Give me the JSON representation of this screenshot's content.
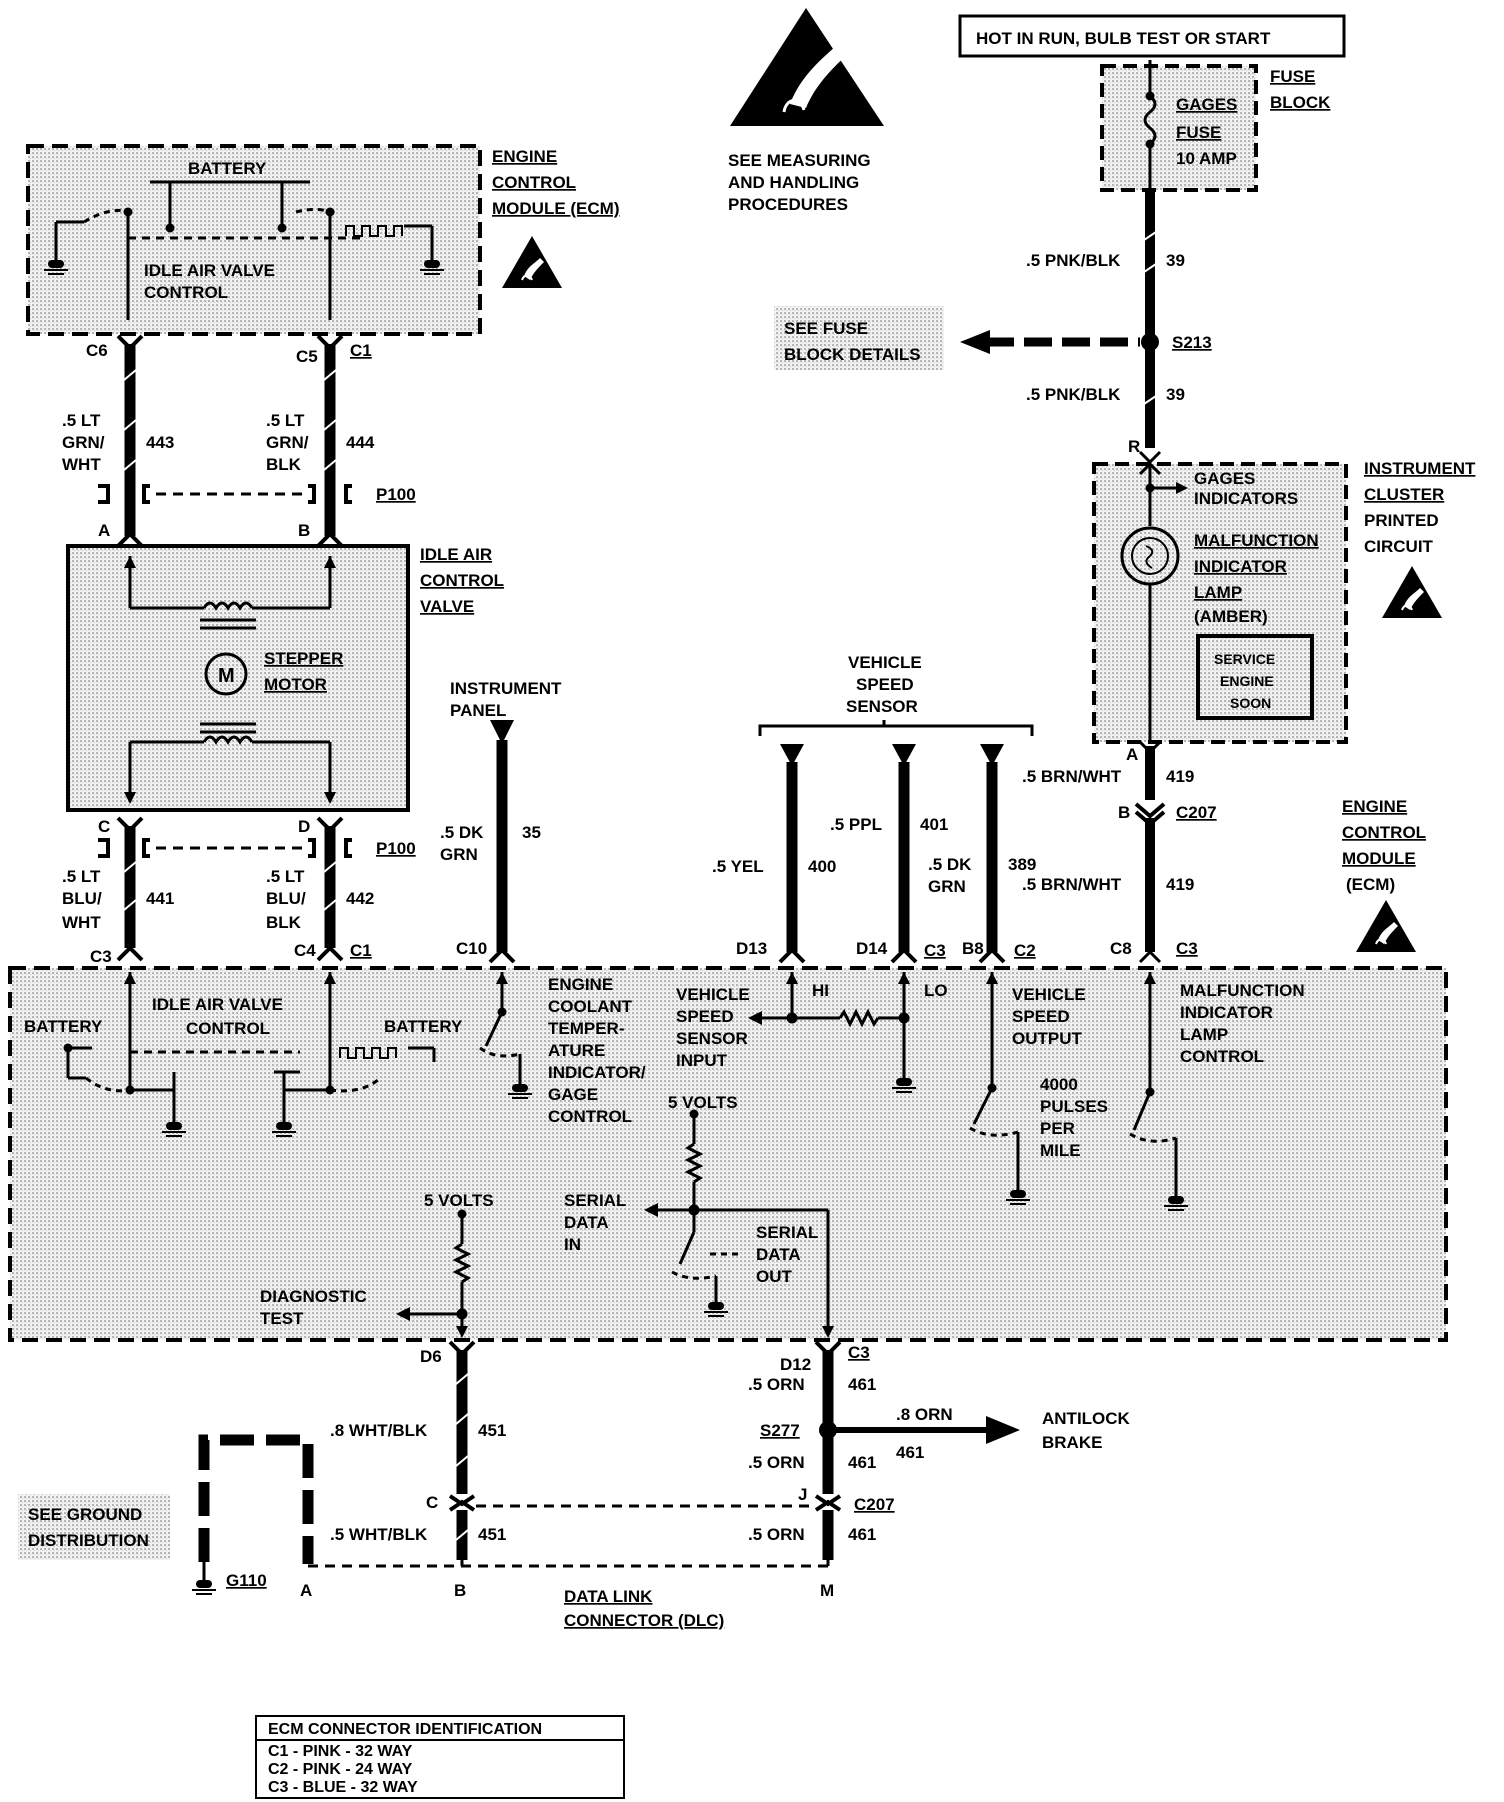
{
  "labels": {
    "hot_in_run": "HOT IN RUN, BULB TEST OR START",
    "fuse_block_1": "FUSE",
    "fuse_block_2": "BLOCK",
    "gages_fuse_1": "GAGES",
    "gages_fuse_2": "FUSE",
    "gages_fuse_3": "10 AMP",
    "see_measuring_1": "SEE MEASURING",
    "see_measuring_2": "AND HANDLING",
    "see_measuring_3": "PROCEDURES",
    "ecm_top_1": "ENGINE",
    "ecm_top_2": "CONTROL",
    "ecm_top_3": "MODULE (ECM)",
    "battery": "BATTERY",
    "iac_control_1": "IDLE AIR VALVE",
    "iac_control_2": "CONTROL",
    "see_fuse_block_1": "SEE FUSE",
    "see_fuse_block_2": "BLOCK DETAILS",
    "s213": "S213",
    "wire_pnk_blk": ".5 PNK/BLK",
    "circuit_39": "39",
    "pin_c6": "C6",
    "pin_c5": "C5",
    "pin_c1": "C1",
    "wire_lt_grn": ".5 LT",
    "wire_grn_wht": "GRN/",
    "wire_wht": "WHT",
    "wire_grn_blk": "GRN/",
    "wire_blk": "BLK",
    "circuit_443": "443",
    "circuit_444": "444",
    "p100": "P100",
    "pin_a": "A",
    "pin_b": "B",
    "pin_c": "C",
    "pin_d": "D",
    "pin_r": "R",
    "iac_valve_1": "IDLE AIR",
    "iac_valve_2": "CONTROL",
    "iac_valve_3": "VALVE",
    "stepper_1": "STEPPER",
    "stepper_2": "MOTOR",
    "motor_m": "M",
    "instrument_panel_1": "INSTRUMENT",
    "instrument_panel_2": "PANEL",
    "wire_dk_grn_1": ".5 DK",
    "wire_dk_grn_2": "GRN",
    "circuit_35": "35",
    "vss_1": "VEHICLE",
    "vss_2": "SPEED",
    "vss_3": "SENSOR",
    "wire_yel": ".5 YEL",
    "circuit_400": "400",
    "wire_ppl": ".5 PPL",
    "circuit_401": "401",
    "circuit_389": "389",
    "cluster_1": "INSTRUMENT",
    "cluster_2": "CLUSTER",
    "cluster_3": "PRINTED",
    "cluster_4": "CIRCUIT",
    "gages_ind_1": "GAGES",
    "gages_ind_2": "INDICATORS",
    "mil_1": "MALFUNCTION",
    "mil_2": "INDICATOR",
    "mil_3": "LAMP",
    "mil_4": "(AMBER)",
    "ses_1": "SERVICE",
    "ses_2": "ENGINE",
    "ses_3": "SOON",
    "wire_brn_wht": ".5 BRN/WHT",
    "circuit_419": "419",
    "c207": "C207",
    "ecm_right_1": "ENGINE",
    "ecm_right_2": "CONTROL",
    "ecm_right_3": "MODULE",
    "ecm_right_4": "(ECM)",
    "wire_blu": ".5 LT",
    "wire_blu_2": "BLU/",
    "circuit_441": "441",
    "circuit_442": "442",
    "pin_c3": "C3",
    "pin_c4": "C4",
    "pin_c10": "C10",
    "pin_d13": "D13",
    "pin_d14": "D14",
    "pin_b8": "B8",
    "pin_c2": "C2",
    "pin_c8": "C8",
    "ect_1": "ENGINE",
    "ect_2": "COOLANT",
    "ect_3": "TEMPER-",
    "ect_4": "ATURE",
    "ect_5": "INDICATOR/",
    "ect_6": "GAGE",
    "ect_7": "CONTROL",
    "vss_in_1": "VEHICLE",
    "vss_in_2": "SPEED",
    "vss_in_3": "SENSOR",
    "vss_in_4": "INPUT",
    "hi": "HI",
    "lo": "LO",
    "vso_1": "VEHICLE",
    "vso_2": "SPEED",
    "vso_3": "OUTPUT",
    "pulses_1": "4000",
    "pulses_2": "PULSES",
    "pulses_3": "PER",
    "pulses_4": "MILE",
    "milc_1": "MALFUNCTION",
    "milc_2": "INDICATOR",
    "milc_3": "LAMP",
    "milc_4": "CONTROL",
    "five_volts": "5 VOLTS",
    "serial_in_1": "SERIAL",
    "serial_in_2": "DATA",
    "serial_in_3": "IN",
    "serial_out_1": "SERIAL",
    "serial_out_2": "DATA",
    "serial_out_3": "OUT",
    "diag_1": "DIAGNOSTIC",
    "diag_2": "TEST",
    "pin_d6": "D6",
    "pin_d12": "D12",
    "wire_orn": ".5 ORN",
    "circuit_461": "461",
    "wire_8_orn": ".8 ORN",
    "s277": "S277",
    "antilock_1": "ANTILOCK",
    "antilock_2": "BRAKE",
    "wire_8_wht_blk": ".8 WHT/BLK",
    "wire_5_wht_blk": ".5 WHT/BLK",
    "circuit_451": "451",
    "pin_j": "J",
    "pin_m": "M",
    "see_ground_1": "SEE GROUND",
    "see_ground_2": "DISTRIBUTION",
    "g110": "G110",
    "dlc_1": "DATA LINK",
    "dlc_2": "CONNECTOR (DLC)"
  },
  "ecm_connector_id": {
    "title": "ECM CONNECTOR IDENTIFICATION",
    "rows": [
      "C1 - PINK - 32 WAY",
      "C2 - PINK - 24 WAY",
      "C3 - BLUE - 32 WAY"
    ]
  }
}
